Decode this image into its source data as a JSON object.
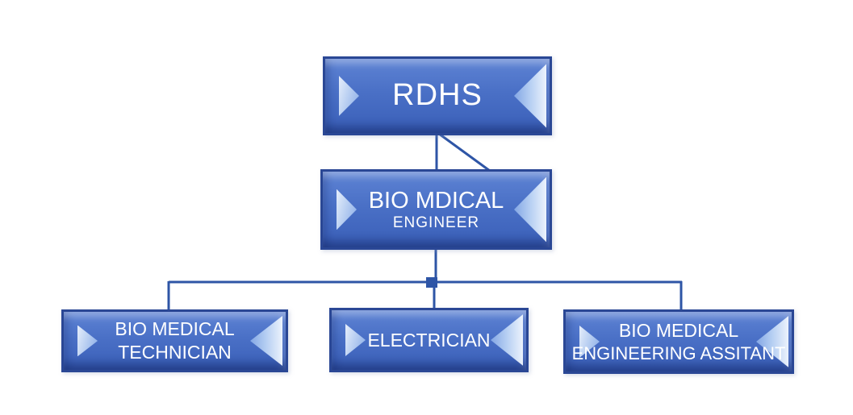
{
  "diagram": {
    "type": "org-chart",
    "nodes": [
      {
        "id": "rdhs",
        "lines": [
          "RDHS"
        ]
      },
      {
        "id": "bio-medical-engineer",
        "lines": [
          "BIO MDICAL",
          "ENGINEER"
        ]
      },
      {
        "id": "bio-medical-technician",
        "lines": [
          "BIO MEDICAL",
          "TECHNICIAN"
        ]
      },
      {
        "id": "electrician",
        "lines": [
          "ELECTRICIAN"
        ]
      },
      {
        "id": "bio-medical-engineering-assistant",
        "lines": [
          "BIO MEDICAL",
          "ENGINEERING ASSITANT"
        ]
      }
    ],
    "edges": [
      {
        "from": "rdhs",
        "to": "bio-medical-engineer"
      },
      {
        "from": "bio-medical-engineer",
        "to": "bio-medical-technician"
      },
      {
        "from": "bio-medical-engineer",
        "to": "electrician"
      },
      {
        "from": "bio-medical-engineer",
        "to": "bio-medical-engineering-assistant"
      }
    ],
    "colors": {
      "node_face_top": "#5e83d4",
      "node_face_bottom": "#3a5fb8",
      "node_border": "#2a4795",
      "connector": "#2e55a6",
      "text": "#ffffff",
      "background": "#ffffff"
    }
  }
}
